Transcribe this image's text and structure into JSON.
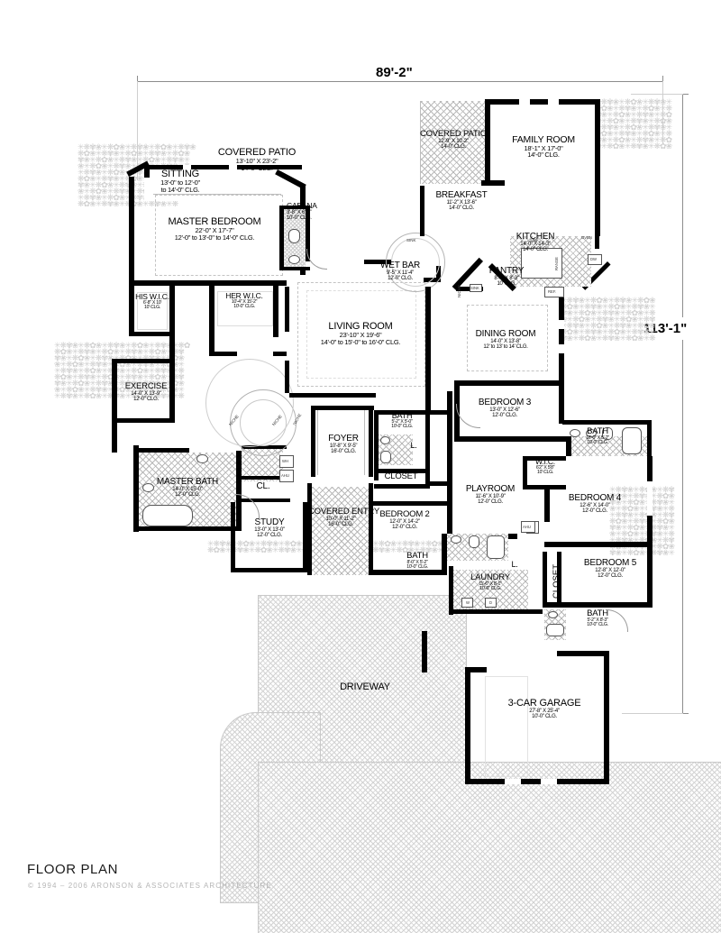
{
  "sheet": {
    "title": "FLOOR PLAN",
    "copyright": "© 1994 – 2006 ARONSON & ASSOCIATES ARCHITECTURE"
  },
  "dimensions": {
    "overall_width": "89'-2\"",
    "overall_height": "113'-1\""
  },
  "rooms": [
    {
      "key": "covered_patio_rear",
      "name": "COVERED PATIO",
      "size": "13'-10\" X 23'-2\"",
      "clg": "14'-0\" CLG."
    },
    {
      "key": "sitting",
      "name": "SITTING",
      "size": "13'-0\" to 12'-0\"",
      "clg": "to 14'-0\" CLG."
    },
    {
      "key": "master_bedroom",
      "name": "MASTER BEDROOM",
      "size": "22'-0\" X 17'-7\"",
      "clg": "12'-0\" to 13'-0\" to 14'-0\" CLG."
    },
    {
      "key": "cabana",
      "name": "CABANA",
      "size": "3'-8\" X 6'-0\"",
      "clg": "10'-0\" CLG."
    },
    {
      "key": "his_wic",
      "name": "HIS W.I.C.",
      "size": "6'-8\" X 10'",
      "clg": "10' CLG."
    },
    {
      "key": "her_wic",
      "name": "HER W.I.C.",
      "size": "10'-4\" X 15'-2\"",
      "clg": "10'-0\" CLG."
    },
    {
      "key": "exercise",
      "name": "EXERCISE",
      "size": "14'-0\" X 13'-9\"",
      "clg": "12'-0\" CLG."
    },
    {
      "key": "master_bath",
      "name": "MASTER BATH",
      "size": "14'-0\" X 15'-0\"",
      "clg": "12'-0\" CLG."
    },
    {
      "key": "living_room",
      "name": "LIVING ROOM",
      "size": "23'-10\" X 19'-6\"",
      "clg": "14'-0\" to 15'-0\" to 16'-0\" CLG."
    },
    {
      "key": "wet_bar",
      "name": "WET BAR",
      "size": "9'-5\" X 11'-4\"",
      "clg": "12'-0\" CLG."
    },
    {
      "key": "covered_patio_right",
      "name": "COVERED PATIO",
      "size": "12'-9\" X 10'-2\"",
      "clg": "14'-0\" CLG."
    },
    {
      "key": "family_room",
      "name": "FAMILY ROOM",
      "size": "18'-1\" X 17'-0\"",
      "clg": "14'-0\" CLG."
    },
    {
      "key": "breakfast",
      "name": "BREAKFAST",
      "size": "11'-2\" X 13'-6\"",
      "clg": "14'-0\" CLG."
    },
    {
      "key": "kitchen",
      "name": "KITCHEN",
      "size": "14'-0\" X 14'-3\"",
      "clg": "14'-0\" CLG."
    },
    {
      "key": "pantry",
      "name": "PANTRY",
      "size": "8'-0\" X 8'-3\"",
      "clg": "10' CLG."
    },
    {
      "key": "dining_room",
      "name": "DINING ROOM",
      "size": "14'-0\" X 13'-8\"",
      "clg": "12' to 13' to 14' CLG."
    },
    {
      "key": "bedroom_3",
      "name": "BEDROOM 3",
      "size": "13'-0\" X 12'-6\"",
      "clg": "12'-0\" CLG."
    },
    {
      "key": "bath_hall",
      "name": "BATH",
      "size": "5'-2\" X 5'-0\"",
      "clg": "10'-0\" CLG."
    },
    {
      "key": "bath_right",
      "name": "BATH",
      "size": "16'-0\" X 5'-2\"",
      "clg": "10'-0\" CLG."
    },
    {
      "key": "wic_right",
      "name": "W.I.C.",
      "size": "6'2\" X 5'8\"",
      "clg": "10' CLG."
    },
    {
      "key": "bedroom_4",
      "name": "BEDROOM 4",
      "size": "12'-6\" X 14'-0\"",
      "clg": "12'-0\" CLG."
    },
    {
      "key": "bedroom_5",
      "name": "BEDROOM 5",
      "size": "12'-8\" X 12'-0\"",
      "clg": "12'-0\" CLG."
    },
    {
      "key": "bath_bottom",
      "name": "BATH",
      "size": "5'-2\" X 8'-3\"",
      "clg": "10'-0\" CLG."
    },
    {
      "key": "playroom",
      "name": "PLAYROOM",
      "size": "11'-6\" X 10'-9\"",
      "clg": "12'-0\" CLG."
    },
    {
      "key": "bedroom_2",
      "name": "BEDROOM 2",
      "size": "12'-0\" X 14'-2\"",
      "clg": "12'-0\" CLG."
    },
    {
      "key": "bath_bed2",
      "name": "BATH",
      "size": "8'-0\" X 5'-2\"",
      "clg": "10'-0\" CLG."
    },
    {
      "key": "laundry",
      "name": "LAUNDRY",
      "size": "11'-6\" X 8'-1\"",
      "clg": "10'-0\" CLG."
    },
    {
      "key": "foyer",
      "name": "FOYER",
      "size": "10'-8\" X 9'-5\"",
      "clg": "16'-0\" CLG."
    },
    {
      "key": "covered_entry",
      "name": "COVERED ENTRY",
      "size": "10'-0\" X 11'-2\"",
      "clg": "16'-0\" CLG."
    },
    {
      "key": "study",
      "name": "STUDY",
      "size": "13'-0\" X 13'-0\"",
      "clg": "12'-0\" CLG."
    },
    {
      "key": "garage",
      "name": "3-CAR GARAGE",
      "size": "27'-8\" X 25'-4\"",
      "clg": "10'-0\" CLG."
    }
  ],
  "plain_labels": {
    "driveway": "DRIVEWAY",
    "closet_hall": "CLOSET",
    "closet_bed5": "CLOSET",
    "cl_study": "CL.",
    "linen_hall": "L.",
    "linen_laundry": "L.",
    "niche": "NICHE"
  },
  "fixtures": {
    "sink_kitchen": "SINK",
    "sink_wetbar": "SINK",
    "sink_pantry": "SINK",
    "oven": "OVEN",
    "range": "RANGE",
    "dishwasher": "DW",
    "refrigerator": "REF.",
    "water_heater": "WH",
    "air_handler": "AHU",
    "washer": "W",
    "dryer": "D"
  }
}
